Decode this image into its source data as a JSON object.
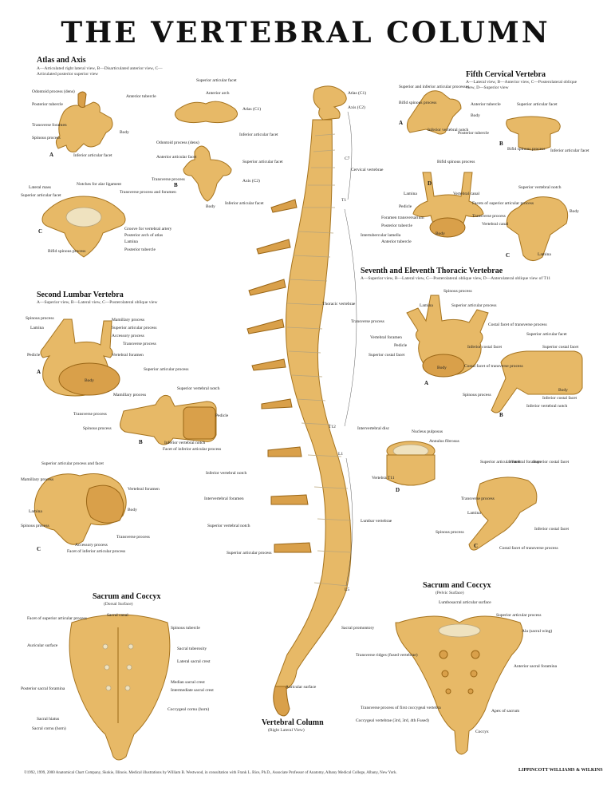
{
  "title": "THE VERTEBRAL COLUMN",
  "sections": {
    "atlas": {
      "title": "Atlas and Axis",
      "subtitle": "A—Articulated right lateral view, B—Disarticulated anterior view, C—Articulated posterior superior view",
      "labels": [
        "Odontoid process (dens)",
        "Posterior tubercle",
        "Transverse foramen",
        "Spinous process",
        "Anterior tubercle",
        "Body",
        "Inferior articular facet",
        "Superior articular facet",
        "Anterior arch",
        "Atlas (C1)",
        "Inferior articular facet",
        "Odontoid process (dens)",
        "Anterior articular facet",
        "Transverse process",
        "Superior articular facet",
        "Axis (C2)",
        "Body",
        "Inferior articular facet",
        "Lateral mass",
        "Notches for alar ligament",
        "Superior articular facet",
        "Transverse process and foramen",
        "Groove for vertebral artery",
        "Posterior arch of atlas",
        "Lamina",
        "Posterior tubercle",
        "Bifid spinous process"
      ],
      "letters": [
        "A",
        "B",
        "C"
      ]
    },
    "fifth_cervical": {
      "title": "Fifth Cervical Vertebra",
      "subtitle": "A—Lateral view, B—Anterior view, C—Posterolateral oblique view, D—Superior view",
      "labels": [
        "Superior and inferior articular processes",
        "Bifid spinous process",
        "Anterior tubercle",
        "Superior articular facet",
        "Body",
        "Inferior vertebral notch",
        "Posterior tubercle",
        "Bifid spinous process",
        "Inferior articular facet",
        "Bifid spinous process",
        "Lamina",
        "Vertebral canal",
        "Pedicle",
        "Foramen transversarium",
        "Posterior tubercle",
        "Intertubercular lamella",
        "Anterior tubercle",
        "Body",
        "Facets of superior articular process",
        "Transverse process",
        "Superior vertebral notch",
        "Body",
        "Vertebral canal",
        "Lamina"
      ],
      "letters": [
        "A",
        "B",
        "C",
        "D"
      ]
    },
    "thoracic": {
      "title": "Seventh and Eleventh Thoracic Vertebrae",
      "subtitle": "A—Superior view, B—Lateral view, C—Posterolateral oblique view, D—Anterolateral oblique view of T11",
      "labels": [
        "Spinous process",
        "Lamina",
        "Superior articular process",
        "Transverse process",
        "Vertebral foramen",
        "Pedicle",
        "Superior costal facet",
        "Costal facet of transverse process",
        "Inferior costal facet",
        "Body",
        "Superior articular facet",
        "Superior costal facet",
        "Costal facet of transverse process",
        "Spinous process",
        "Body",
        "Inferior costal facet",
        "Inferior vertebral notch",
        "Nucleus pulposus",
        "Annulus fibrosus",
        "Vertebra T11",
        "Superior articular facet",
        "Vertebral foramen",
        "Superior costal facet",
        "Transverse process",
        "Lamina",
        "Spinous process",
        "Inferior costal facet",
        "Costal facet of transverse process"
      ],
      "letters": [
        "A",
        "B",
        "C",
        "D"
      ]
    },
    "lumbar": {
      "title": "Second Lumbar Vertebra",
      "subtitle": "A—Superior view, B—Lateral view, C—Posterolateral oblique view",
      "labels": [
        "Spinous process",
        "Lamina",
        "Mamillary process",
        "Superior articular process",
        "Accessory process",
        "Transverse process",
        "Pedicle",
        "Vertebral foramen",
        "Body",
        "Superior articular process",
        "Superior vertebral notch",
        "Mamillary process",
        "Transverse process",
        "Pedicle",
        "Spinous process",
        "Inferior vertebral notch",
        "Facet of inferior articular process",
        "Superior articular process and facet",
        "Mamillary process",
        "Vertebral foramen",
        "Lamina",
        "Body",
        "Spinous process",
        "Transverse process",
        "Accessory process",
        "Facet of inferior articular process"
      ],
      "letters": [
        "A",
        "B",
        "C"
      ]
    },
    "sacrum_dorsal": {
      "title": "Sacrum and Coccyx",
      "subtitle": "(Dorsal Surface)",
      "labels": [
        "Facet of superior articular process",
        "Sacral canal",
        "Auricular surface",
        "Spinous tubercle",
        "Sacral tuberosity",
        "Lateral sacral crest",
        "Median sacral crest",
        "Intermediate sacral crest",
        "Posterior sacral foramina",
        "Sacral hiatus",
        "Sacral cornu (horn)",
        "Coccygeal cornu (horn)"
      ]
    },
    "sacrum_pelvic": {
      "title": "Sacrum and Coccyx",
      "subtitle": "(Pelvic Surface)",
      "labels": [
        "Lumbosacral articular surface",
        "Superior articular process",
        "Ala (sacral wing)",
        "Transverse ridges (fused vertebrae)",
        "Anterior sacral foramina",
        "Transverse process of first coccygeal vertebra",
        "Coccygeal vertebrae (3rd, 3rd, 4th Fused)",
        "Apex of sacrum",
        "Coccyx"
      ]
    },
    "column": {
      "title": "Vertebral Column",
      "subtitle": "(Right Lateral View)",
      "labels": [
        "Atlas (C1)",
        "Axis (C2)",
        "C7",
        "Cervical vertebrae",
        "T1",
        "Thoracic vertebrae",
        "T12",
        "L1",
        "Intervertebral disc",
        "Inferior vertebral notch",
        "Intervertebral foramen",
        "Superior vertebral notch",
        "Superior articular process",
        "Lumbar vertebrae",
        "L5",
        "Sacral promontory",
        "Auricular surface"
      ]
    }
  },
  "footer": "©1992, 1999, 2000 Anatomical Chart Company, Skokie, Illinois. Medical illustrations by William B. Westwood, in consultation with Frank L. Rice, Ph.D., Associate Professor of Anatomy, Albany Medical College, Albany, New York.",
  "brand": "LIPPINCOTT WILLIAMS & WILKINS"
}
